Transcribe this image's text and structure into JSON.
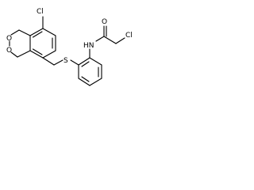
{
  "molecule": {
    "atoms": {
      "cl_left": "Cl",
      "s": "S",
      "nh": "HN",
      "o_carbonyl": "O",
      "cl_right": "Cl",
      "o_ring_top": "O",
      "o_ring_bottom": "O"
    },
    "colors": {
      "bond": "#000000",
      "label": "#000000",
      "background": "#ffffff"
    }
  }
}
